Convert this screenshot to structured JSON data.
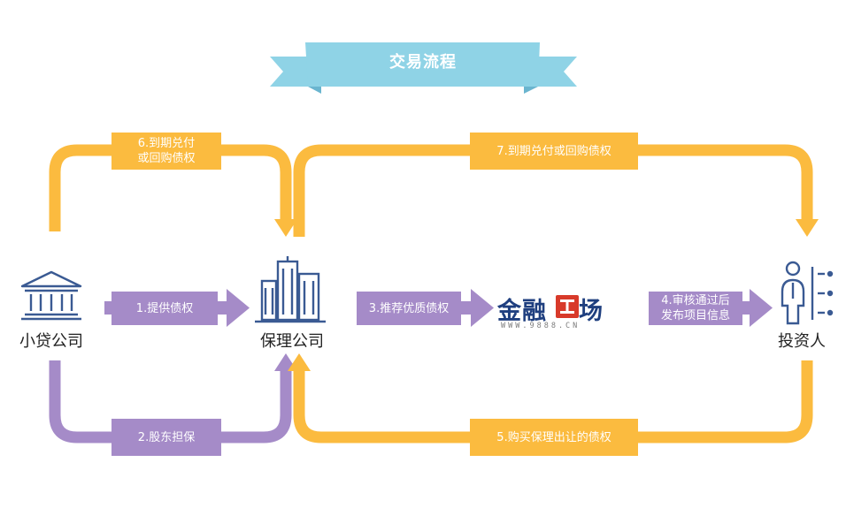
{
  "title": "交易流程",
  "nodes": {
    "lender": "小贷公司",
    "factoring": "保理公司",
    "investor": "投资人"
  },
  "platform": {
    "logo_text": "金融工场",
    "logo_url": "WWW.9888.CN"
  },
  "steps": {
    "s1": "1.提供债权",
    "s2": "2.股东担保",
    "s3": "3.推荐优质债权",
    "s4_line1": "4.审核通过后",
    "s4_line2": "发布项目信息",
    "s5": "5.购买保理出让的债权",
    "s6_line1": "6.到期兑付",
    "s6_line2": "或回购债权",
    "s7": "7.到期兑付或回购债权"
  },
  "colors": {
    "yellow": "#fbbb3f",
    "purple": "#a58bc8",
    "ribbon": "#8fd3e6",
    "ribbon_dark": "#6ab5cf",
    "icon": "#3a5a93",
    "logo_red": "#d83a2a",
    "logo_blue": "#1f3f7f"
  }
}
